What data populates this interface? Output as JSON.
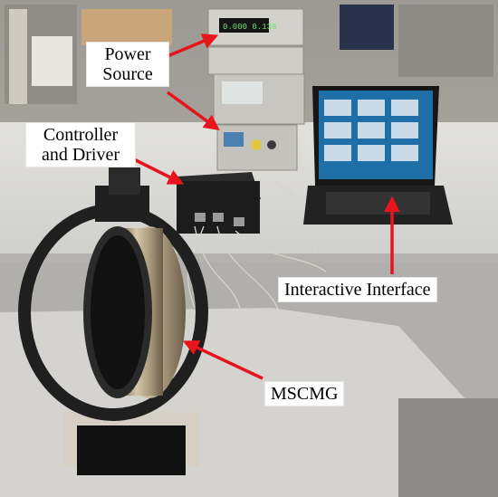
{
  "photo": {
    "description_label": "lab-bench-photo",
    "colors": {
      "arrow": "#e8141c",
      "screen": "#1e6ea8",
      "cylinder": "#b9a98c",
      "ring": "#1f1f1f",
      "bench": "#d9d9d6",
      "floor": "#bfbfbd",
      "supply_panel": "#c9c9c4",
      "laptop": "#1a1a1a"
    }
  },
  "labels": {
    "power_source_line1": "Power",
    "power_source_line2": "Source",
    "controller_line1": "Controller",
    "controller_line2": "and Driver",
    "interface": "Interactive Interface",
    "mscmg": "MSCMG"
  },
  "instruments": {
    "top_supply_display": "0.000 0.138"
  }
}
